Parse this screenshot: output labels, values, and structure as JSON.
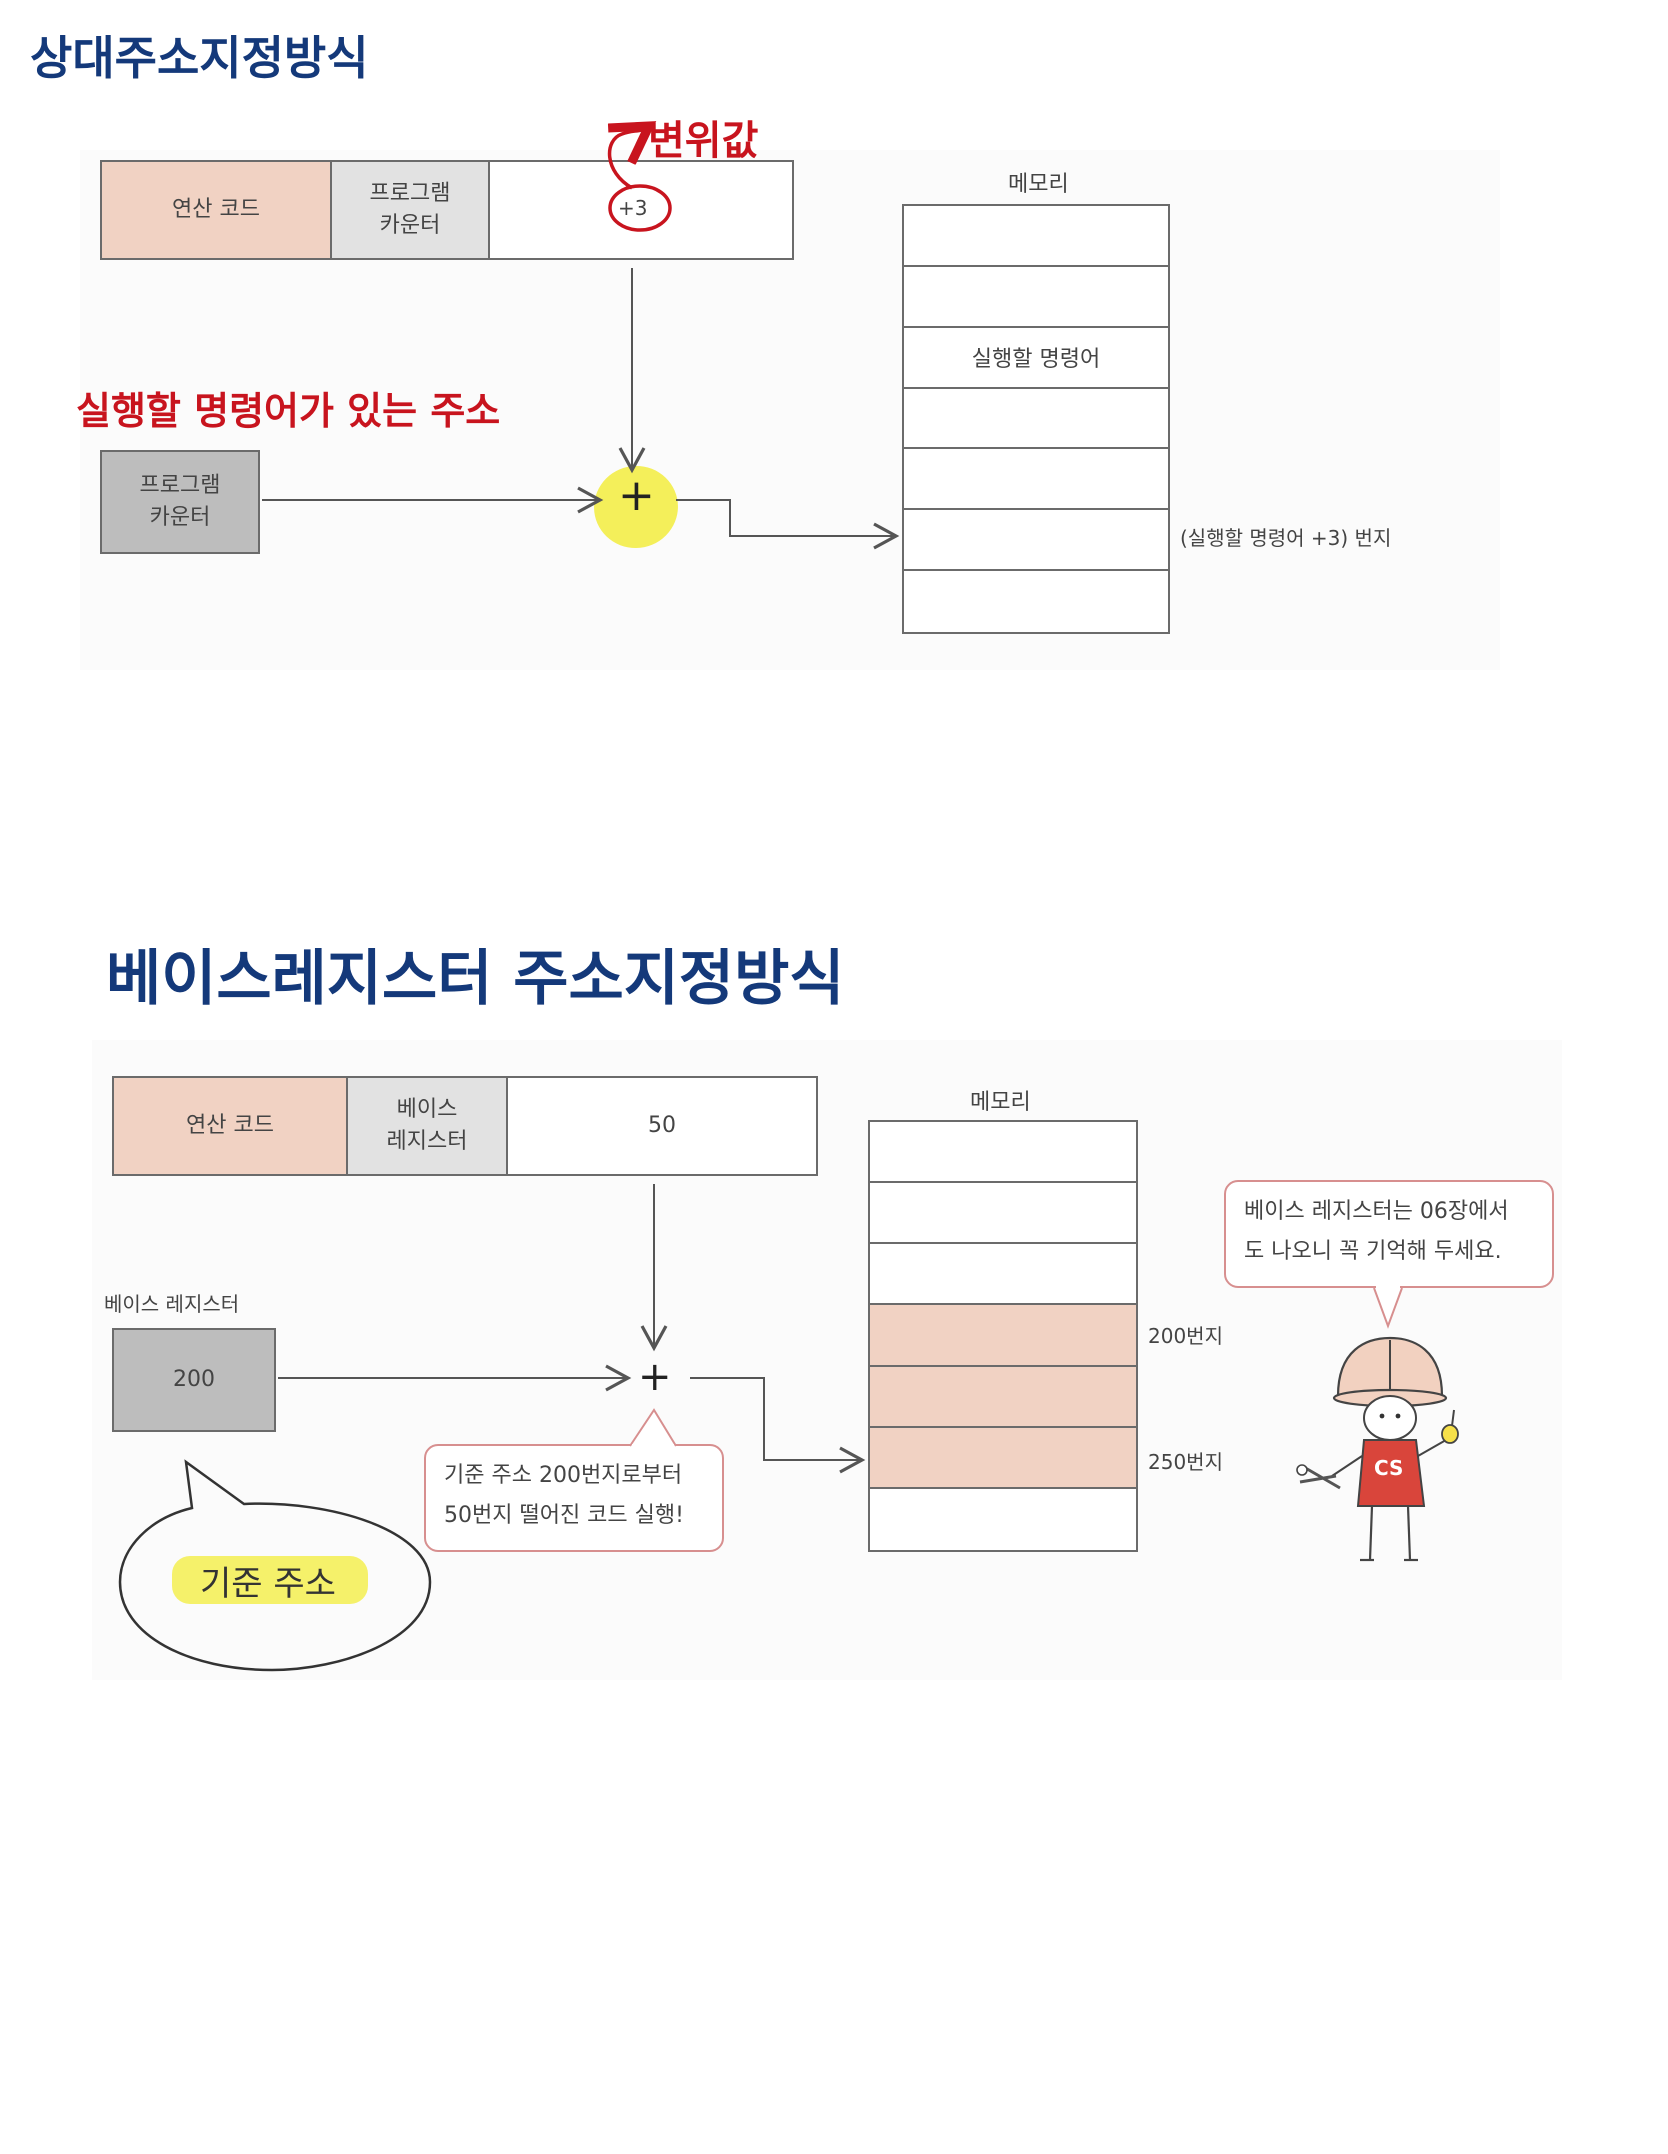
{
  "section1": {
    "title": "상대주소지정방식",
    "instruction": {
      "opcode_label": "연산 코드",
      "pc_label_line1": "프로그램",
      "pc_label_line2": "카운터",
      "offset_value": "+3"
    },
    "offset_note": "변위값",
    "pc_note": "실행할 명령어가 있는 주소",
    "pc_box": {
      "line1": "프로그램",
      "line2": "카운터"
    },
    "plus_symbol": "+",
    "memory": {
      "title": "메모리",
      "rows": [
        "",
        "",
        "실행할 명령어",
        "",
        "",
        "",
        ""
      ],
      "target_label": "(실행할 명령어 +3) 번지"
    }
  },
  "section2": {
    "title": "베이스레지스터 주소지정방식",
    "instruction": {
      "opcode_label": "연산 코드",
      "reg_label_line1": "베이스",
      "reg_label_line2": "레지스터",
      "offset_value": "50"
    },
    "base_register_label": "베이스 레지스터",
    "base_register_value": "200",
    "plus_symbol": "+",
    "plus_callout": {
      "line1": "기준 주소 200번지로부터",
      "line2": "50번지 떨어진 코드 실행!"
    },
    "base_bubble": "기준 주소",
    "memory": {
      "title": "메모리",
      "rows": [
        "",
        "",
        "",
        "",
        "",
        "",
        ""
      ],
      "address_200": "200번지",
      "address_250": "250번지"
    },
    "character": {
      "speech_line1": "베이스 레지스터는 06장에서",
      "speech_line2": "도 나오니 꼭 기억해 두세요.",
      "shirt_text": "CS"
    }
  },
  "colors": {
    "title_blue": "#14397a",
    "note_red": "#c8141e",
    "opcode_fill": "#f1d2c3",
    "register_fill": "#bdbdbd",
    "highlight_yellow": "#f4ef5a",
    "memory_highlight": "#f1d2c3"
  }
}
